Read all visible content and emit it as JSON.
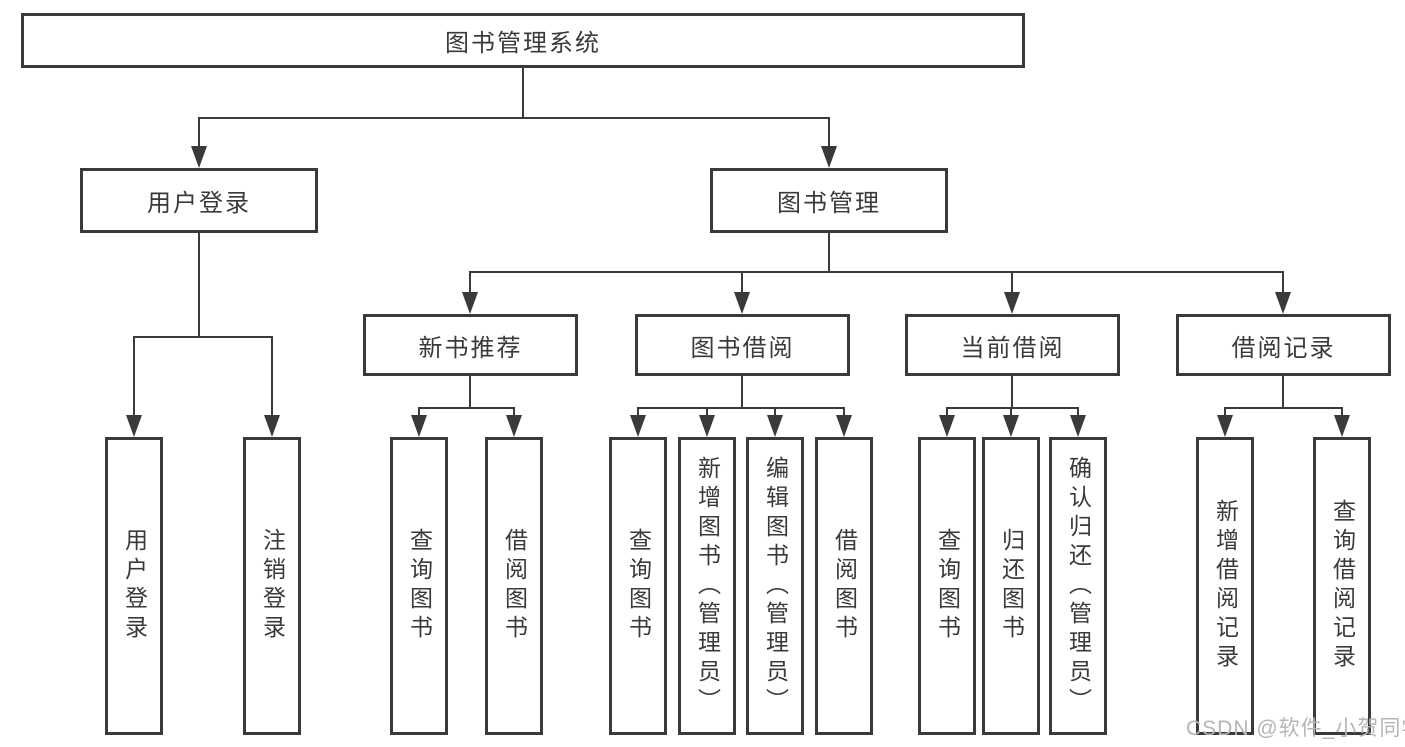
{
  "colors": {
    "line": "#3a3a3a",
    "box_border": "#3a3a3a",
    "text": "#3a3a3a",
    "watermark": "#b5b5b5",
    "background": "#ffffff"
  },
  "nodes": {
    "root": "图书管理系统",
    "level2": {
      "user_login": "用户登录",
      "book_management": "图书管理"
    },
    "level3": {
      "new_book_recommend": "新书推荐",
      "book_borrowing": "图书借阅",
      "current_borrowing": "当前借阅",
      "borrow_records": "借阅记录"
    },
    "leaves": {
      "user_login_group": [
        "用户登录",
        "注销登录"
      ],
      "new_book_recommend_group": [
        "查询图书",
        "借阅图书"
      ],
      "book_borrowing_group": [
        "查询图书",
        "新增图书（管理员）",
        "编辑图书（管理员）",
        "借阅图书"
      ],
      "current_borrowing_group": [
        "查询图书",
        "归还图书",
        "确认归还（管理员）"
      ],
      "borrow_records_group": [
        "新增借阅记录",
        "查询借阅记录"
      ]
    }
  },
  "watermark": "CSDN @软件_小贺同学"
}
